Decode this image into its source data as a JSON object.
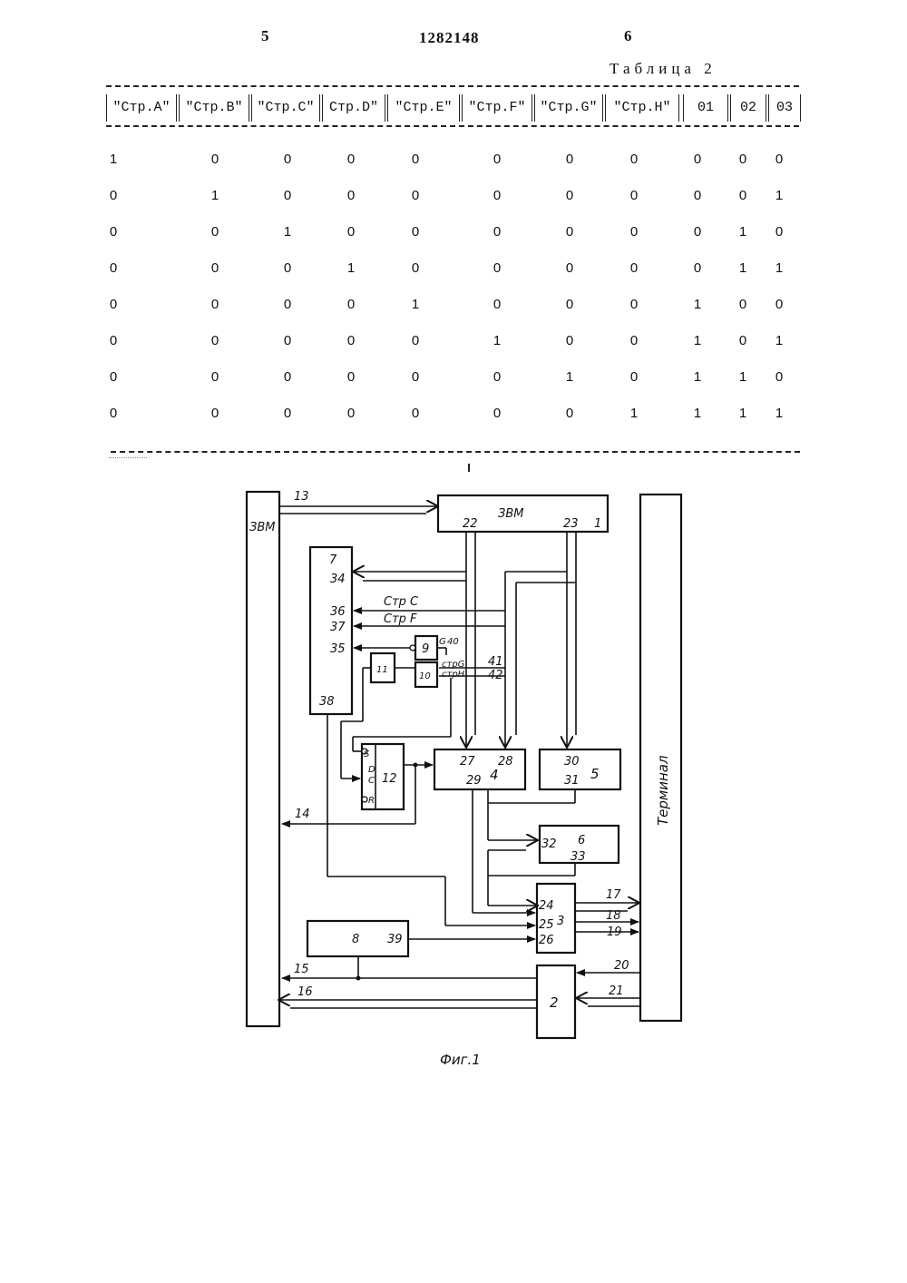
{
  "page": {
    "page_left": "5",
    "patent_number": "1282148",
    "page_right": "6"
  },
  "table": {
    "caption": "Таблица 2",
    "headers": [
      "\"Стр.А\"",
      "\"Стр.В\"",
      "\"Стр.С\"",
      "Стр.D\"",
      "\"Стр.Е\"",
      "\"Стр.F\"",
      "\"Стр.G\"",
      "\"Стр.Н\"",
      "01",
      "02",
      "03"
    ],
    "rows": [
      [
        "1",
        "0",
        "0",
        "0",
        "0",
        "0",
        "0",
        "0",
        "0",
        "0",
        "0"
      ],
      [
        "0",
        "1",
        "0",
        "0",
        "0",
        "0",
        "0",
        "0",
        "0",
        "0",
        "1"
      ],
      [
        "0",
        "0",
        "1",
        "0",
        "0",
        "0",
        "0",
        "0",
        "0",
        "1",
        "0"
      ],
      [
        "0",
        "0",
        "0",
        "1",
        "0",
        "0",
        "0",
        "0",
        "0",
        "1",
        "1"
      ],
      [
        "0",
        "0",
        "0",
        "0",
        "1",
        "0",
        "0",
        "0",
        "1",
        "0",
        "0"
      ],
      [
        "0",
        "0",
        "0",
        "0",
        "0",
        "1",
        "0",
        "0",
        "1",
        "0",
        "1"
      ],
      [
        "0",
        "0",
        "0",
        "0",
        "0",
        "0",
        "1",
        "0",
        "1",
        "1",
        "0"
      ],
      [
        "0",
        "0",
        "0",
        "0",
        "0",
        "0",
        "0",
        "1",
        "1",
        "1",
        "1"
      ]
    ],
    "center_mark": "I"
  },
  "diagram": {
    "left_bus_label": "ЗВМ",
    "computer_block_label": "ЗВМ",
    "terminal_label": "Терминал",
    "caption": "Фиг.1",
    "signal_labels": {
      "str_c": "Стр С",
      "str_f": "Стр F",
      "str_g": "стрG",
      "str_h": "стрН",
      "g": "G"
    },
    "numbers": {
      "n1": "1",
      "n2": "2",
      "n3": "3",
      "n4": "4",
      "n5": "5",
      "n6": "6",
      "n7": "7",
      "n8": "8",
      "n9": "9",
      "n10": "10",
      "n11": "11",
      "n12": "12",
      "n13": "13",
      "n14": "14",
      "n15": "15",
      "n16": "16",
      "n17": "17",
      "n18": "18",
      "n19": "19",
      "n20": "20",
      "n21": "21",
      "n22": "22",
      "n23": "23",
      "n24": "24",
      "n25": "25",
      "n26": "26",
      "n27": "27",
      "n28": "28",
      "n29": "29",
      "n30": "30",
      "n31": "31",
      "n32": "32",
      "n33": "33",
      "n34": "34",
      "n35": "35",
      "n36": "36",
      "n37": "37",
      "n38": "38",
      "n39": "39",
      "n40": "40",
      "n41": "41",
      "n42": "42"
    },
    "trigger_pins": {
      "s": "S",
      "d": "D",
      "c": "C",
      "r": "R"
    }
  }
}
